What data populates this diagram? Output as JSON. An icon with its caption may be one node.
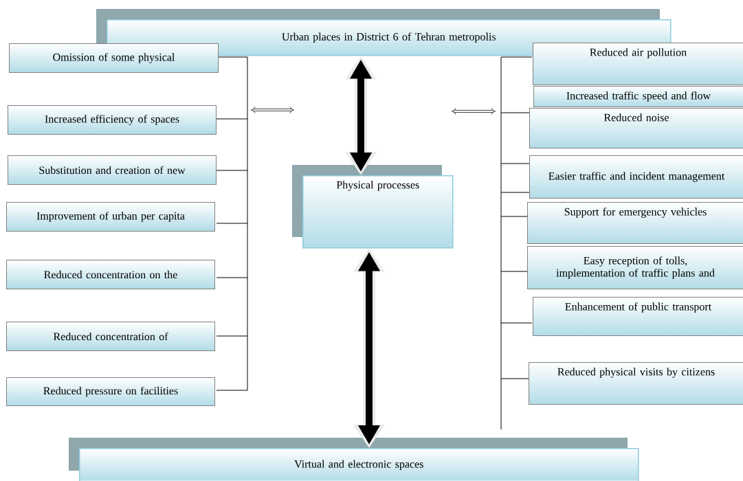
{
  "diagram": {
    "nodes": [
      {
        "text": [
          "Urban places in District 6 of Tehran metropolis"
        ]
      },
      {
        "text": [
          "Omission of some physical"
        ]
      },
      {
        "text": [
          "Increased efficiency of spaces"
        ]
      },
      {
        "text": [
          "Substitution and creation of new"
        ]
      },
      {
        "text": [
          "Improvement of urban per capita"
        ]
      },
      {
        "text": [
          "Reduced concentration on the"
        ]
      },
      {
        "text": [
          "Reduced concentration of"
        ]
      },
      {
        "text": [
          "Reduced pressure on facilities"
        ]
      },
      {
        "text": [
          "Physical processes"
        ]
      },
      {
        "text": [
          "Reduced air pollution"
        ]
      },
      {
        "text": [
          "Increased traffic speed and flow"
        ]
      },
      {
        "text": [
          "Reduced noise"
        ]
      },
      {
        "text": [
          "Easier traffic and incident management"
        ]
      },
      {
        "text": [
          "Support for emergency vehicles"
        ]
      },
      {
        "text": [
          "Easy reception of tolls, implementation of traffic plans and"
        ]
      },
      {
        "text": [
          "Enhancement of public transport"
        ]
      },
      {
        "text": [
          "Reduced physical visits by citizens"
        ]
      },
      {
        "text": [
          "Virtual and electronic spaces"
        ]
      }
    ],
    "edges": [
      {
        "from": 0,
        "to": 8,
        "arrow": "both"
      },
      {
        "from": 8,
        "to": 17,
        "arrow": "both"
      }
    ]
  }
}
